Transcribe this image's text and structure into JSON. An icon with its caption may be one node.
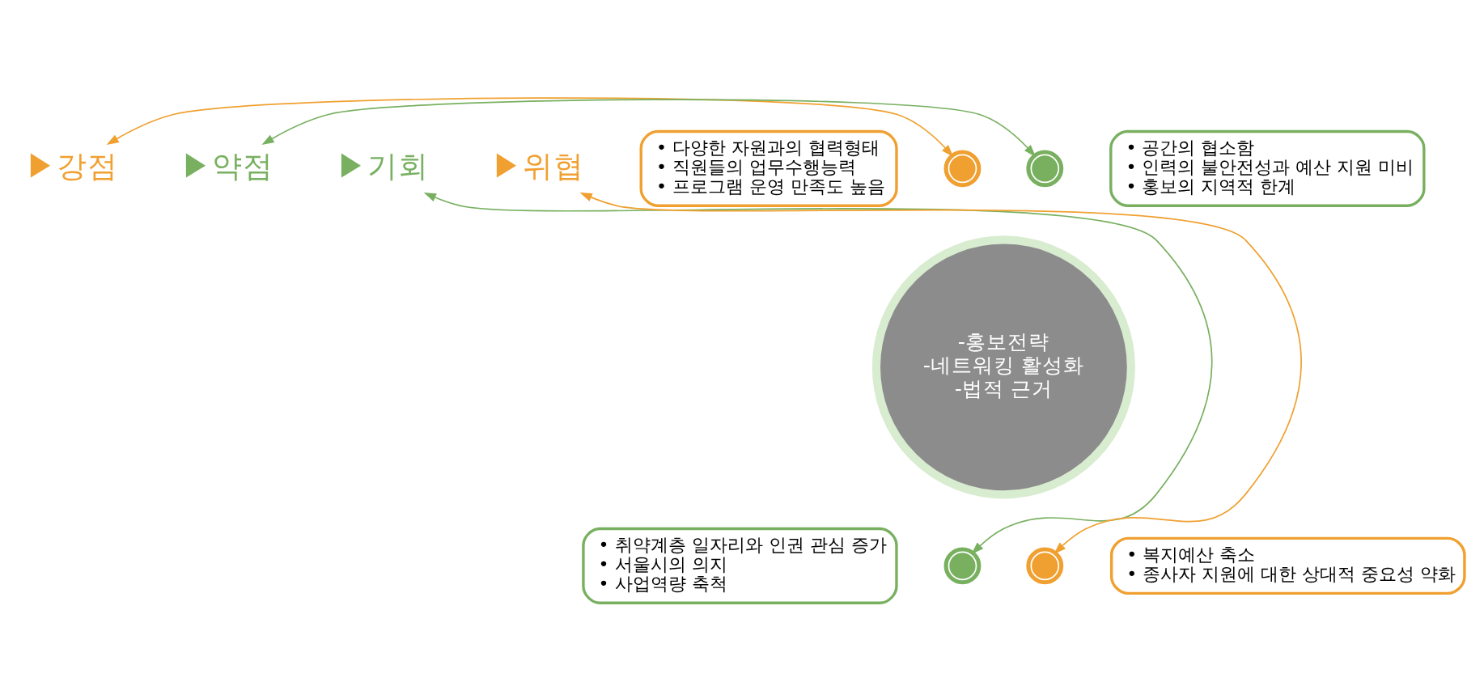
{
  "diagram": {
    "nodes": [
      {
        "text": [
          "▶강점"
        ]
      },
      {
        "text": [
          "▶약점"
        ]
      },
      {
        "text": [
          "• 다양한 자원과의 협력형태",
          "• 직원들의 업무수행능력",
          "• 프로그램 운영 만족도 높음"
        ]
      },
      {
        "text": [
          "• 공간의 협소함",
          "• 인력의 불안전성과 예산 지원 미비",
          "• 홍보의 지역적 한계"
        ]
      },
      {
        "text": [],
        "shape": "circle"
      },
      {
        "text": [],
        "shape": "circle"
      },
      {
        "text": [
          "-홍보전략",
          "-네트워킹 활성화",
          "-법적 근거"
        ]
      },
      {
        "text": [
          "• 취약계층 일자리와 인권 관심 증가",
          "• 서울시의 의지",
          "• 사업역량 축척"
        ]
      },
      {
        "text": [
          "• 복지예산 축소",
          "• 종사자 지원에 대한 상대적 중요성 약화"
        ]
      },
      {
        "text": [],
        "shape": "circle"
      },
      {
        "text": [],
        "shape": "circle"
      },
      {
        "text": [
          "▶기회"
        ]
      },
      {
        "text": [
          "▶위협"
        ]
      }
    ],
    "edges": [
      {
        "from": 4,
        "to": 0,
        "arrow": "both",
        "color": "#f0a030"
      },
      {
        "from": 5,
        "to": 1,
        "arrow": "both",
        "color": "#78b060"
      },
      {
        "from": 9,
        "to": 11,
        "arrow": "both",
        "color": "#78b060"
      },
      {
        "from": 10,
        "to": 12,
        "arrow": "both",
        "color": "#f0a030"
      }
    ]
  }
}
